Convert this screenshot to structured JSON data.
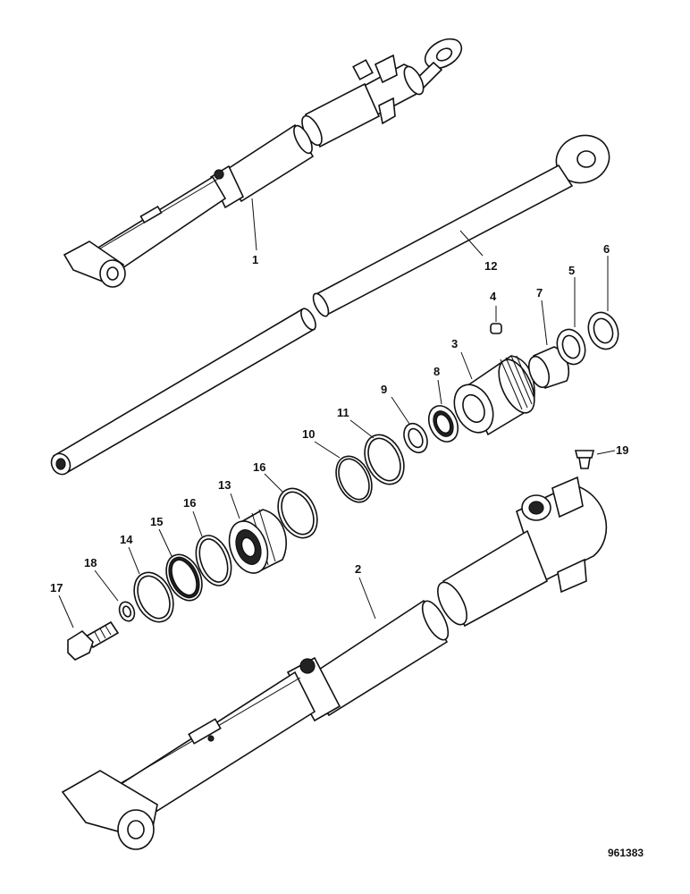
{
  "labels": {
    "p1": "1",
    "p2": "2",
    "p3": "3",
    "p4": "4",
    "p5": "5",
    "p6": "6",
    "p7": "7",
    "p8": "8",
    "p9": "9",
    "p10": "10",
    "p11": "11",
    "p12": "12",
    "p13": "13",
    "p14": "14",
    "p15": "15",
    "p16a": "16",
    "p16b": "16",
    "p17": "17",
    "p18": "18",
    "p19": "19"
  },
  "drawing_number": "961383"
}
